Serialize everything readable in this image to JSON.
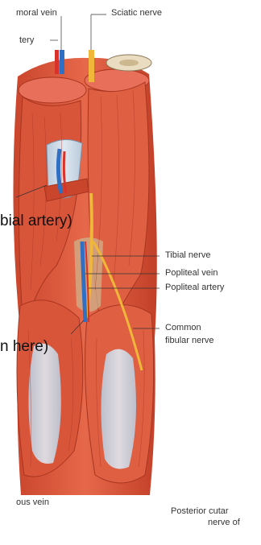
{
  "labels": {
    "femoral_vein": "moral vein",
    "sciatic_nerve": "Sciatic nerve",
    "artery_top": "tery",
    "tibial_nerve": "Tibial nerve",
    "popliteal_vein": "Popliteal vein",
    "popliteal_artery": "Popliteal artery",
    "common_fibular_1": "Common",
    "common_fibular_2": "fibular nerve",
    "saphenous_vein": "ous vein",
    "posterior_cut_1": "Posterior cutar",
    "posterior_cut_2": "nerve of"
  },
  "annotations": {
    "tibial_artery": "bial artery)",
    "here": "n here)"
  },
  "colors": {
    "muscle": "#d9553a",
    "muscle_dark": "#b23c26",
    "fascia": "#c9d8e6",
    "nerve": "#f0b73a",
    "vein": "#2f6fc4",
    "artery": "#d8322a"
  }
}
